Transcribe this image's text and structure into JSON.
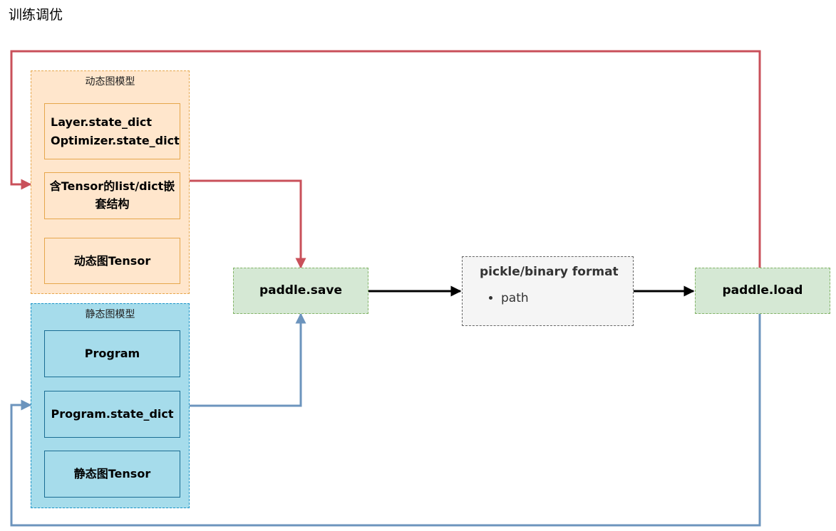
{
  "page": {
    "title": "训练调优"
  },
  "dynamic_group": {
    "label": "动态图模型",
    "items": [
      {
        "lines": [
          "Layer.state_dict",
          "Optimizer.state_dict"
        ]
      },
      {
        "lines": [
          "含Tensor的list/dict嵌",
          "套结构"
        ]
      },
      {
        "lines": [
          "动态图Tensor"
        ]
      }
    ]
  },
  "static_group": {
    "label": "静态图模型",
    "items": [
      {
        "lines": [
          "Program"
        ]
      },
      {
        "lines": [
          "Program.state_dict"
        ]
      },
      {
        "lines": [
          "静态图Tensor"
        ]
      }
    ]
  },
  "save": {
    "label": "paddle.save"
  },
  "format": {
    "title": "pickle/binary format",
    "bullets": [
      "path"
    ]
  },
  "load": {
    "label": "paddle.load"
  },
  "colors": {
    "red_edge": "#c9505a",
    "blue_edge": "#6c94bd",
    "black_edge": "#000000",
    "orange_fill": "#ffe6cc",
    "blue_fill": "#a6dceb",
    "green_fill": "#d5e8d4",
    "grey_fill": "#f5f5f5"
  }
}
